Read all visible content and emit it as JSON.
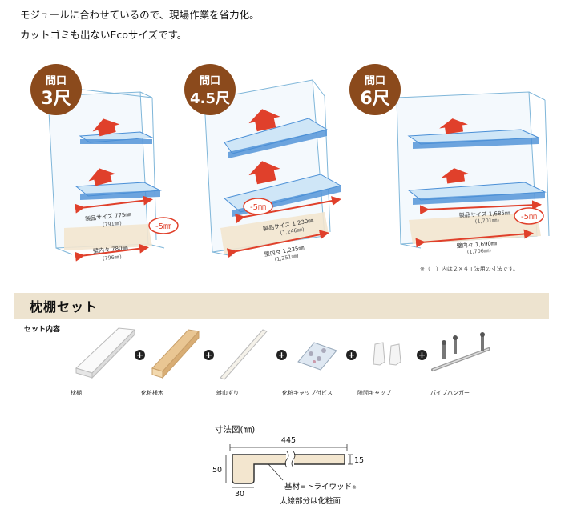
{
  "intro": {
    "line1": "モジュールに合わせているので、現場作業を省力化。",
    "line2": "カットゴミも出ないEcoサイズです。"
  },
  "units": [
    {
      "badge_top": "間口",
      "badge_bottom": "3尺",
      "product_size_label": "製品サイズ 775㎜",
      "product_size_alt": "(791㎜)",
      "wall_size_label": "壁内々 780㎜",
      "wall_size_alt": "(796㎜)",
      "gap_label": "-5㎜"
    },
    {
      "badge_top": "間口",
      "badge_bottom": "4.5尺",
      "product_size_label": "製品サイズ 1,230㎜",
      "product_size_alt": "(1,246㎜)",
      "wall_size_label": "壁内々 1,235㎜",
      "wall_size_alt": "(1,251㎜)",
      "gap_label": "-5㎜"
    },
    {
      "badge_top": "間口",
      "badge_bottom": "6尺",
      "product_size_label": "製品サイズ 1,685㎜",
      "product_size_alt": "(1,701㎜)",
      "wall_size_label": "壁内々 1,690㎜",
      "wall_size_alt": "(1,706㎜)",
      "gap_label": "-5㎜"
    }
  ],
  "footnote": "※（　）内は２×４工法用の寸法です。",
  "section": {
    "title": "枕棚セット",
    "set_contents_label": "セット内容"
  },
  "parts": [
    {
      "label": "枕棚",
      "icon": "shelf-board-icon"
    },
    {
      "label": "化粧桟木",
      "icon": "cleat-icon"
    },
    {
      "label": "雑巾ずり",
      "icon": "baseboard-strip-icon"
    },
    {
      "label": "化粧キャップ付ビス",
      "icon": "screw-pack-icon"
    },
    {
      "label": "隙間キャップ",
      "icon": "gap-cap-icon"
    },
    {
      "label": "パイプハンガー",
      "icon": "pipe-hanger-icon"
    }
  ],
  "plus_symbol": "+",
  "dimensions": {
    "title": "寸法図(㎜)",
    "width": "445",
    "thickness": "15",
    "lip_height": "50",
    "lip_depth": "30",
    "material_note": "基材=トライウッド",
    "material_mark": "®",
    "face_note": "太線部分は化粧面"
  },
  "colors": {
    "badge": "#8b4a1c",
    "shelf": "#4a8fd6",
    "arrow": "#e0402b",
    "dimension": "#e0402b",
    "header_band": "#ede3cf"
  }
}
